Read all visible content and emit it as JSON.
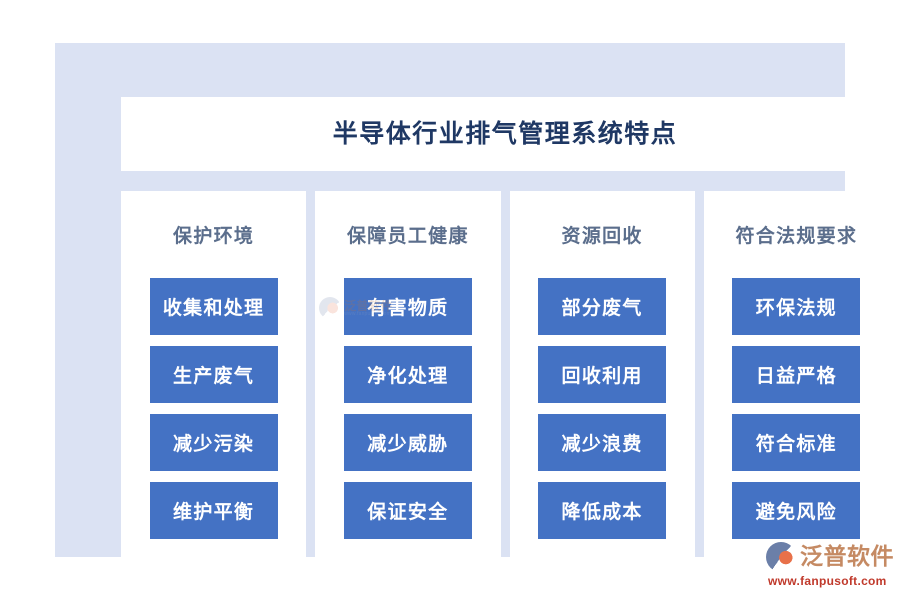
{
  "title": {
    "text": "半导体行业排气管理系统特点",
    "color": "#1F3864"
  },
  "theme": {
    "frame_background": "#DBE2F3",
    "card_background": "#FFFFFF",
    "chip_background": "#4472C4",
    "chip_text": "#FFFFFF",
    "column_header_color": "#5B6E8C"
  },
  "columns": [
    {
      "header": "保护环境",
      "items": [
        "收集和处理",
        "生产废气",
        "减少污染",
        "维护平衡"
      ]
    },
    {
      "header": "保障员工健康",
      "items": [
        "有害物质",
        "净化处理",
        "减少威胁",
        "保证安全"
      ]
    },
    {
      "header": "资源回收",
      "items": [
        "部分废气",
        "回收利用",
        "减少浪费",
        "降低成本"
      ]
    },
    {
      "header": "符合法规要求",
      "items": [
        "环保法规",
        "日益严格",
        "符合标准",
        "避免风险"
      ]
    }
  ],
  "watermark": {
    "name": "泛普软件",
    "url": "www.fanpusoft.com"
  },
  "brand": {
    "name": "泛普软件",
    "url": "www.fanpusoft.com",
    "name_color": "#C58A63",
    "url_color": "#C0392B"
  }
}
